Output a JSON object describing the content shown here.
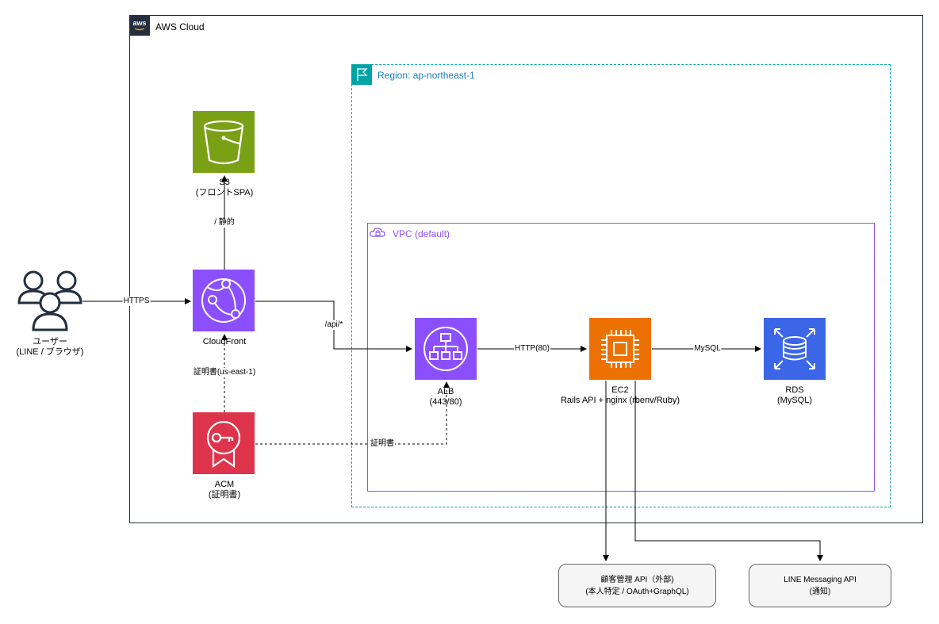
{
  "groups": {
    "aws_cloud": "AWS Cloud",
    "region": "Region: ap-northeast-1",
    "vpc": "VPC (default)"
  },
  "nodes": {
    "user": {
      "line1": "ユーザー",
      "line2": "(LINE / ブラウザ)",
      "icon": "users-icon"
    },
    "s3": {
      "line1": "S3",
      "line2": "(フロントSPA)",
      "color": "#7aa116",
      "icon": "bucket-icon"
    },
    "cloudfront": {
      "line1": "CloudFront",
      "color": "#8c4fff",
      "icon": "cloudfront-icon"
    },
    "acm": {
      "line1": "ACM",
      "line2": "(証明書)",
      "color": "#dd344c",
      "icon": "certificate-icon"
    },
    "alb": {
      "line1": "ALB",
      "line2": "(443/80)",
      "color": "#8c4fff",
      "icon": "load-balancer-icon"
    },
    "ec2": {
      "line1": "EC2",
      "line2": "Rails API + nginx (rbenv/Ruby)",
      "color": "#ed7100",
      "icon": "chip-icon"
    },
    "rds": {
      "line1": "RDS",
      "line2": "(MySQL)",
      "color": "#3b66e8",
      "icon": "database-icon"
    }
  },
  "external": {
    "customer_api": {
      "line1": "顧客管理 API（外部)",
      "line2": "(本人特定 / OAuth+GraphQL)"
    },
    "line_api": {
      "line1": "LINE Messaging API",
      "line2": "(通知)"
    }
  },
  "edges": {
    "user_cf": "HTTPS",
    "cf_s3": "/ 静的",
    "cf_alb": "/api/*",
    "alb_ec2": "HTTP(80)",
    "ec2_rds": "MySQL",
    "acm_cf": "証明書(us-east-1)",
    "acm_alb": "証明書"
  }
}
